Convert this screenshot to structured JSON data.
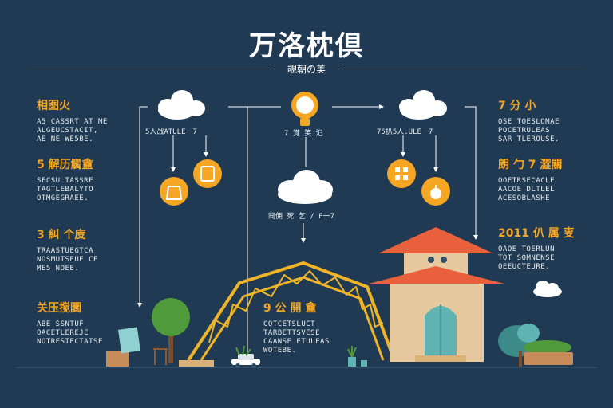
{
  "header": {
    "title": "万洛枕倶",
    "subtitle": "覗朝の美"
  },
  "left_sections": [
    {
      "title": "相图火",
      "lines": [
        "A5 CASSRT AT ME",
        "ALGEUCSTACIT,",
        "AE NE WE5BE."
      ]
    },
    {
      "title": "5 解历觸盦",
      "lines": [
        "SFCSU TASSRE",
        "TAGTLEBALYTO",
        "OTMGEGRAEE."
      ]
    },
    {
      "title": "3 糾 个庋",
      "lines": [
        "TRAASTUEGTCA",
        "NOSMUTSEUE CE",
        "ME5 NOEE."
      ]
    },
    {
      "title": "关压搅圜",
      "lines": [
        "ABE SSNTUF",
        "OACETLEREJE",
        "NOTRESTECTATSE"
      ]
    }
  ],
  "right_sections": [
    {
      "title": "7 分 小",
      "lines": [
        "OSE TOESLOMAE",
        "POCETRULEAS",
        "SAR TLEROUSE."
      ]
    },
    {
      "title": "朗 勹 7 澀關",
      "lines": [
        "OOETRSECACLE",
        "AACOE DLTLEL",
        "ACESOBLASHE"
      ]
    },
    {
      "title": "2011 仈 属 叓",
      "lines": [
        "OAOE TOERLUN",
        "TOT SOMNENSE",
        "OEEUCTEURE."
      ]
    }
  ],
  "center_section": {
    "title": "9 公 開 盦",
    "lines": [
      "COTCETSLUCT",
      "TARBETTSVESE",
      "CAANSE ETULEAS",
      "WOTEBE."
    ]
  },
  "nodes": {
    "cloud_left_label": "5人战ATULE一7",
    "bulb_label": "7 覚 笑 氾",
    "cloud_right_label": "75扒5人.ULE一7",
    "cloud_mid_label": "冏佣 死 乞 / F一7"
  },
  "icons": [
    "cloud-icon",
    "lightbulb-icon",
    "document-icon",
    "grid-icon",
    "apple-icon",
    "shopping-bag-icon",
    "house-icon",
    "truss-bridge-icon",
    "tree-icon",
    "car-icon",
    "bush-icon",
    "box-icon"
  ],
  "colors": {
    "background": "#1f3a52",
    "accent": "#f5a623",
    "roof": "#e8603c",
    "wall": "#e7c9a0",
    "door": "#5fb3b3",
    "truss": "#f0b429",
    "tree": "#4f9a3a"
  }
}
